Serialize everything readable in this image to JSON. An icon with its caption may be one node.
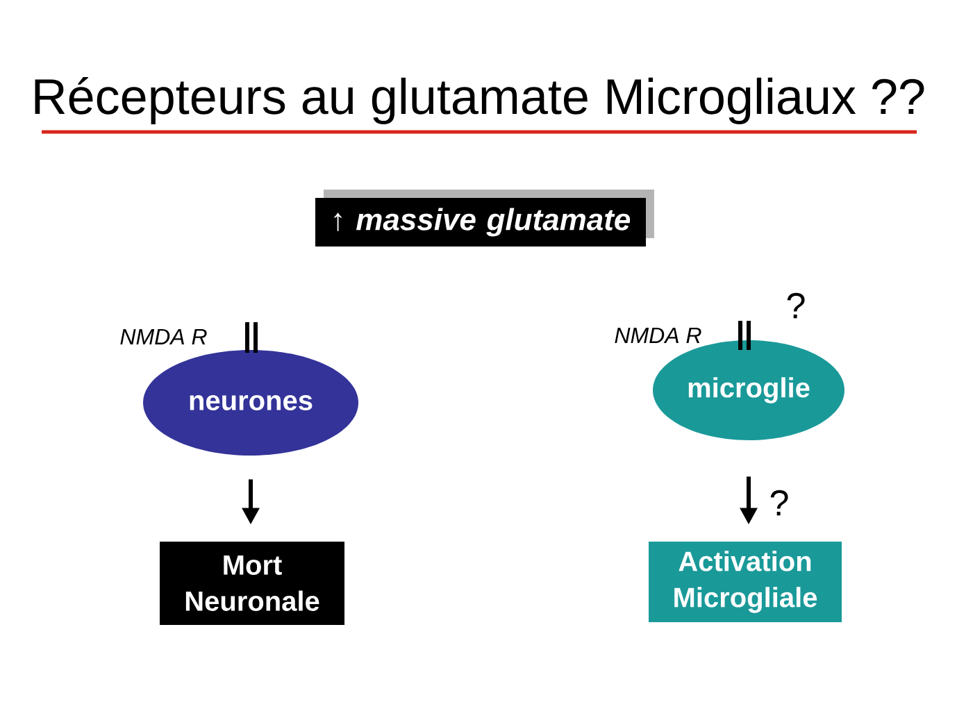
{
  "diagram": {
    "title": "Récepteurs au glutamate Microgliaux ??",
    "nodes": [
      {
        "text": [
          "↑ *massive glutamate*"
        ]
      },
      {
        "text": [
          "neurones"
        ],
        "beside": [
          "NMDA R"
        ]
      },
      {
        "text": [
          "Mort Neuronale"
        ]
      },
      {
        "text": [
          "microglie"
        ],
        "beside": [
          "NMDA R",
          "?"
        ]
      },
      {
        "text": [
          "Activation Microgliale"
        ]
      }
    ],
    "edges": [
      {
        "from": 1,
        "to": 2,
        "arrow": "to"
      },
      {
        "from": 3,
        "to": 4,
        "arrow": "to",
        "label": "?"
      }
    ]
  }
}
